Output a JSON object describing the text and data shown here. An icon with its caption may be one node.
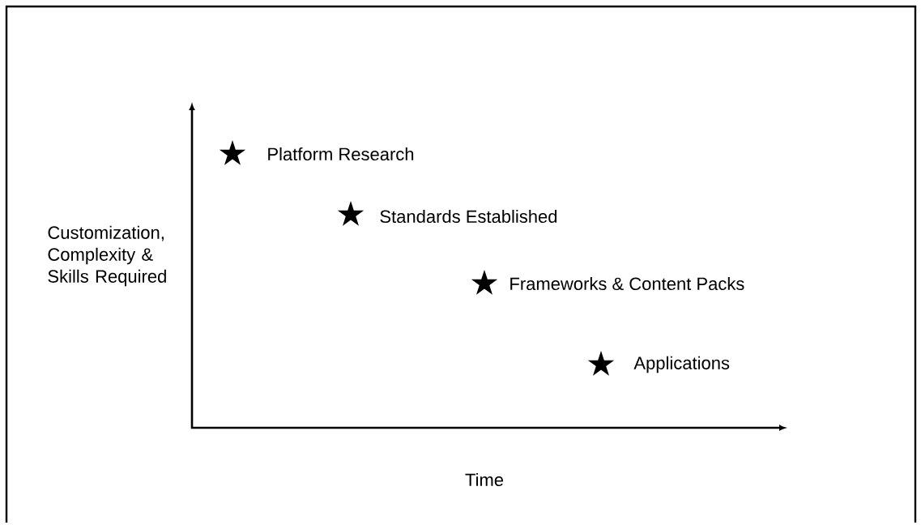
{
  "diagram": {
    "labels": [
      "Platform Research",
      "Standards Established",
      "Customization, Complexity & Skills Required",
      "Frameworks & Content Packs",
      "Applications",
      "Time"
    ]
  }
}
